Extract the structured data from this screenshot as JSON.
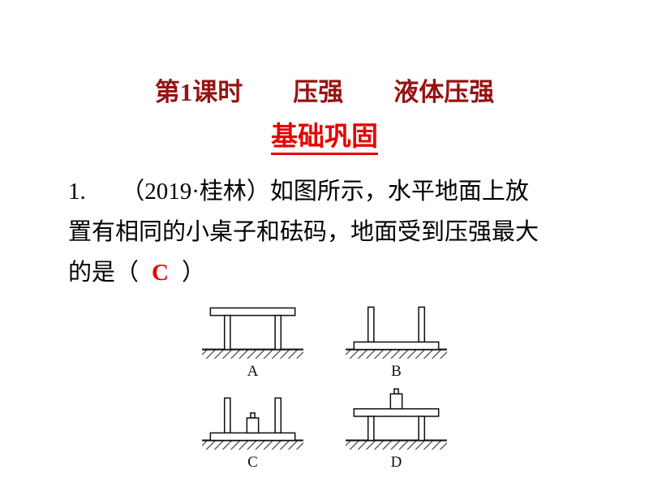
{
  "page": {
    "title": "第1课时　　压强　　液体压强",
    "subtitle": "基础巩固"
  },
  "question": {
    "lines": [
      "1.　　（2019·桂林）如图所示，水平地面上放",
      "置有相同的小桌子和砝码，地面受到压强最大"
    ],
    "answer_prefix": "的是（",
    "answer": "C",
    "answer_suffix": "）"
  },
  "figures": {
    "items": [
      {
        "label": "A",
        "description": "table-upright"
      },
      {
        "label": "B",
        "description": "table-inverted"
      },
      {
        "label": "C",
        "description": "table-inverted-with-weight"
      },
      {
        "label": "D",
        "description": "table-upright-with-weight"
      }
    ]
  },
  "colors": {
    "title-color": "#951414",
    "accent-color": "#e60000",
    "text-color": "#000000"
  }
}
